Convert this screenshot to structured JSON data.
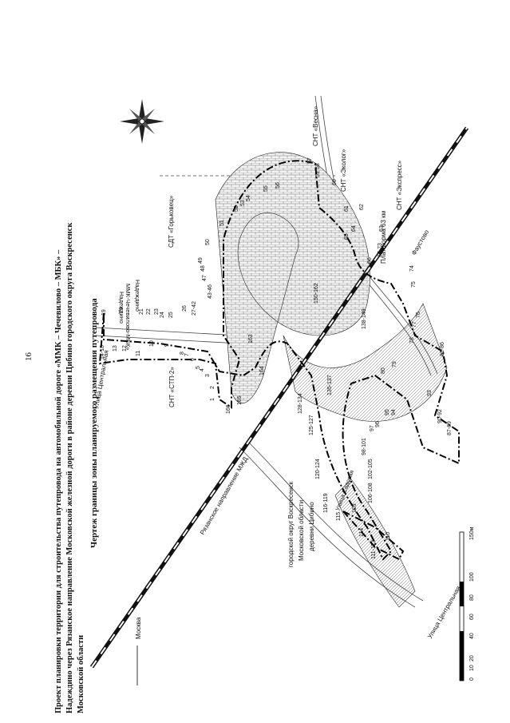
{
  "page_number": "16",
  "title": {
    "line1": "Проект планировки территории для строительства путепровода на автомобильной дороге «ММК – Чечевилово – МБК» –",
    "line2": "Надеждино через Рязанское направление Московской железной дороги в районе деревни Цибино городского округа Воскресенск",
    "line3": "Московской области"
  },
  "subtitle": "Чертеж границы зоны планируемого размещения путепровода",
  "map_labels": {
    "snt_vesna": "СНТ «Весна»",
    "snt_ekolog": "СНТ «Эколог»",
    "snt_ekspress": "СНТ «Экспресс»",
    "platform": "Платформа 63 км",
    "faustovo": "Фаустово",
    "sdt_gorkovets": "СДТ «Горьковец»",
    "nadezhdino1": "Надеждино",
    "nadezhdino2": "Надеждино",
    "road_mmk": "ММК-Чечевилово-МБК»",
    "street_central_top": "Улица Центральная",
    "snt_stp2": "СНТ «СТП-2»",
    "ryazan_direction": "Рязанское направление МЖД",
    "gorodskoy_okrug_l1": "городской округ Воскресенск",
    "gorodskoy_okrug_l2": "Московской области",
    "gorodskoy_okrug_l3": "деревни Цибино",
    "moskva": "Москва",
    "ulitsa_tsentr_bottom": "Улица Центральная",
    "ulitsa_sadovaya": "Улица Садовая"
  },
  "point_numbers": [
    "1",
    "2",
    "3",
    "4",
    "5",
    "6",
    "7",
    "8",
    "9",
    "10",
    "11",
    "12",
    "13",
    "14-18",
    "19",
    "20",
    "21",
    "22",
    "23",
    "24",
    "25",
    "26",
    "27-42",
    "43-46",
    "47",
    "48",
    "49",
    "50",
    "51",
    "52",
    "53",
    "54",
    "55",
    "56",
    "57",
    "58",
    "59",
    "60",
    "61",
    "62",
    "63",
    "64",
    "65",
    "66",
    "67-73",
    "74",
    "75",
    "76",
    "77",
    "78",
    "79",
    "80",
    "81-86",
    "87-89",
    "90-92",
    "93",
    "94",
    "95",
    "96",
    "97",
    "98-101",
    "102-105",
    "106-108",
    "109",
    "110",
    "111-113",
    "114",
    "115",
    "116-119",
    "120-124",
    "125-127",
    "128-134",
    "135-137",
    "138-149",
    "150-162",
    "163",
    "164",
    "165",
    "166"
  ],
  "scale": {
    "ticks": [
      "0",
      "10",
      "20",
      "40",
      "60",
      "80",
      "100",
      "150м"
    ]
  }
}
